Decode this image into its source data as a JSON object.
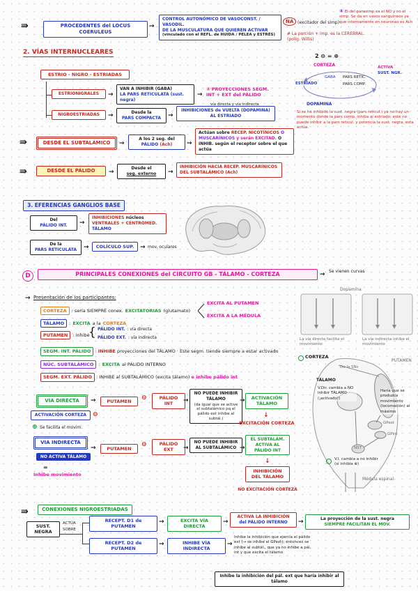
{
  "colors": {
    "red": "#c6271f",
    "blue": "#2438c0",
    "pink": "#e5189b",
    "green": "#1d9c38",
    "orange": "#e07b16",
    "purple": "#8a2bd8",
    "ink": "#1c1c1e"
  },
  "icons": {
    "margin_arrow": "⇛",
    "arrow_right": "→",
    "arrow_down": "↓",
    "squiggle_arrow": "⇝",
    "minus_circle": "⊖",
    "plus_circle": "⊕"
  },
  "top": {
    "locus_box": "PROCEDENTES del LOCUS COERULEUS",
    "control_line1": "CONTROL AUTONÓMICO DE VASOCONST. / VASODIL.",
    "control_line2": "DE LA MUSCULATURA QUE QUIEREN ACTIVAR",
    "control_line3": "(vinculado con el REFL. de HUIDA / PELEA y ESTRÉS)",
    "na_badge": "NA",
    "na_note": "(excitador del simp)",
    "hash_note": "# La porción + imp. es la CEREBRAL (políg. Willis)",
    "corner_num": "④",
    "corner_note": "El del parasimp es el NO y no el simp. Se da en vasos sanguíneos ya que internamente en neuronas es Ach"
  },
  "s2": {
    "title": "2. VÍAS INTERNUCLEARES",
    "estrio_box": "ESTRIO - NIGRO - ESTRIADAS",
    "estrionigrales": "ESTRIONIGRALES",
    "van_line1": "VAN A INHIBIR (GABA)",
    "van_line2": "LA PARS RETICULATA (sust. negra)",
    "proy_line1": "③ PROYECCIONES SEGM.",
    "proy_line2": "INT + EXT del PÁLIDO",
    "proy_sub": "vía directa y vía indirecta",
    "nigroestriadas": "NIGROESTRIADAS",
    "desde_line1": "Desde la",
    "desde_line2": "PARS COMPACTA",
    "inhib_line1": "INHIBICIONES de VUELTA (DOPAMINA)",
    "inhib_line2": "AL ESTRIADO",
    "formula": "2 ⊖ = ⊕",
    "diag": {
      "corteza": "CORTEZA",
      "estriado": "ESTRIADO",
      "gaba": "GABA",
      "pars_retic": "PARS RETIC.",
      "pars_comp": "PARS COMP.",
      "dopamina": "DOPAMINA",
      "activa": "ACTIVA",
      "sust_ngr": "SUST. NGR."
    },
    "nota_roja": "Si se ha inhibido la sust. negra (pars reticul.) ya no hay un momento donde la pars comp. inhiba al estriado; este no puede inhibir a la pars reticul. y potencia la sust. negra, esta actúa.",
    "subtalamico_box": "DESDE EL SUBTALÁMICO",
    "alos_line1": "A los 2 seg. del",
    "alos_palido": "PÁLIDO",
    "alos_ach": "(Ach)",
    "actuan_a": "Actúan sobre",
    "actuan_b": "RECEP. NICOTÍNICOS",
    "actuan_c": "O MUSCARÍNICOS",
    "actuan_d": "y serán EXCITAD.",
    "actuan_e": "O INHIB. según el receptor sobre el que actúa",
    "palido_box": "DESDE EL PÁLIDO",
    "segext_line1": "Desde el",
    "segext_line2": "seg. externo",
    "inhib_hacia": "INHIBICIÓN HACIA RECEP. MUSCARÍNICOS DEL SUBTALÁMICO (Ach)"
  },
  "s3": {
    "title": "3. EFERENCIAS GANGLIOS BASE",
    "b1_pre": "Del",
    "b1_main": "PÁLIDO INT.",
    "r1_word1": "INHIBICIONES",
    "r1_word2": "núcleos",
    "r1_line2": "VENTRALES + CENTROMED.",
    "r1_line3": "TÁLAMO",
    "b2_pre": "De la",
    "b2_main": "PARS RETICULATA",
    "coliculo": "COLÍCULO SUP.",
    "mov_oculares": "mov. oculares"
  },
  "sd": {
    "letter": "D",
    "title": "PRINCIPALES CONEXIONES del CIRCUITO GB - TÁLAMO - CORTEZA",
    "curvas": "Se vienen curvas",
    "presentacion": "Presentación de los participantes:",
    "p1_label": "CORTEZA",
    "p1_t1": ": sería SIEMPRE conex.",
    "p1_t2": "EXCITATORIAS",
    "p1_t3": "(glutamato)",
    "p1_side1": "EXCITA AL PUTAMEN",
    "p1_side2": "EXCITA A LA MÉDULA",
    "p2_label": "TÁLAMO",
    "p2_t1": ":",
    "p2_t2": "EXCITA",
    "p2_t3": "a la",
    "p2_t4": "CORTEZA",
    "p3_label": "PUTAMEN",
    "p3_t1": ": inhibe",
    "p3_opt1a": "PÁLIDO INT.",
    "p3_opt1b": ": vía directa",
    "p3_opt2a": "PÁLIDO EXT.",
    "p3_opt2b": ": vía indirecta",
    "p4_label": "SEGM. INT. PÁLIDO",
    "p4_t1": ":",
    "p4_t2": "INHIBE",
    "p4_t3": "proyecciones del TÁLAMO · Este segm. tiende siempre a estar activado",
    "p5_label": "NÚC. SUBTALÁMICO",
    "p5_t1": ":",
    "p5_t2": "EXCITA",
    "p5_t3": "al PÁLIDO INTERNO",
    "p6_label": "SEGM. EXT. PÁLIDO",
    "p6_t1": ": INHIBE al SUBTALÁMICO (excita tálamo)",
    "p6_t2": "e inhibe pálido int",
    "vd_title": "VÍA DIRECTA",
    "vd_act_corteza": "ACTIVACIÓN CORTEZA",
    "vd_facilita": "Se facilita el movim.",
    "vd_putamen": "PUTAMEN",
    "vd_palido_int": "PÁLIDO INT",
    "vd_np_line1": "NO PUEDE INHIBIR",
    "vd_np_line2": "TÁLAMO",
    "vd_np_nota": "(da igual que se active el subtalámico pq el pálido ext inhibe al subtál.)",
    "vd_act_talamo": "ACTIVACIÓN TÁLAMO",
    "vd_excitacion": "EXCITACIÓN CORTEZA",
    "vi_title": "VÍA INDIRECTA",
    "vi_no_activa": "NO ACTIVA TÁLAMO",
    "vi_igual": "=",
    "vi_inhibe_mov": "Inhibe movimiento",
    "vi_putamen": "PUTAMEN",
    "vi_palido_ext": "PÁLIDO EXT",
    "vi_np_line1": "NO PUEDE INHIBIR",
    "vi_np_line2": "AL SUBTALÁMICO",
    "vi_subtalam": "EL SUBTALÁM. ACTIVA AL PÁLIDO INT",
    "vi_inhib_talamo": "INHIBICIÓN DEL TÁLAMO",
    "vi_no_excit": "NO EXCITACIÓN CORTEZA",
    "dg": {
      "dopamina": "Dopamina",
      "via_dir": "La vía directa facilita el movimiento",
      "via_ind": "La vía indirecta inhibe el movimiento",
      "corteza": "CORTEZA",
      "putamen": "PUTAMEN",
      "talamo": "TÁLAMO",
      "snc": "De la SNc",
      "gpext": "GPext",
      "gpint": "GPint",
      "nst": "NST",
      "medula": "Médula espinal",
      "nota1": "V.Dir. cambia a NO inhibir TÁLAMO (¡activado!)",
      "nota2": "Haría que se produzca movimiento (locomoción) al máximo",
      "nota3": "V.I. cambia a no inhibir (sí inhibía ⊕)"
    }
  },
  "sn": {
    "title": "CONEXIONES NIGROESTRIADAS",
    "sust_negra": "SUST. NEGRA",
    "actua": "ACTÚA",
    "sobre": "SOBRE",
    "d1_box": "RECEPT. D1 de PUTAMEN",
    "excita_vd": "EXCITA VÍA DIRECTA",
    "activa_line1": "ACTIVA LA INHIBICIÓN",
    "activa_line2": "del PÁLIDO INTERNO",
    "proy_line1": "La proyección de la sust. negra",
    "proy_line2": "SIEMPRE FACILITAN EL MOV.",
    "d2_box": "RECEPT. D2 de PUTAMEN",
    "inhibe_vi": "INHIBE VÍA INDIRECTA",
    "nota": "Inhibe la inhibición que ejercía el pálido ext (→ se inhibe el GPext); entonces se inhibe al subtál., que ya no inhibe a pál. int y que excita el tálamo",
    "bottom_box": "Inhibe la inhibición del pál. ext que haría inhibir al tálamo"
  }
}
